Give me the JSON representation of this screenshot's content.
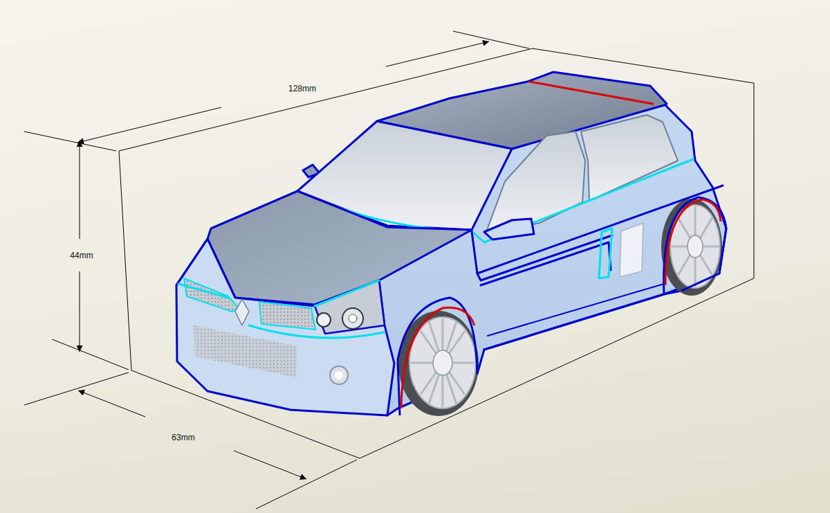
{
  "diagram": {
    "labels": [
      "128mm",
      "44mm",
      "63mm"
    ]
  }
}
